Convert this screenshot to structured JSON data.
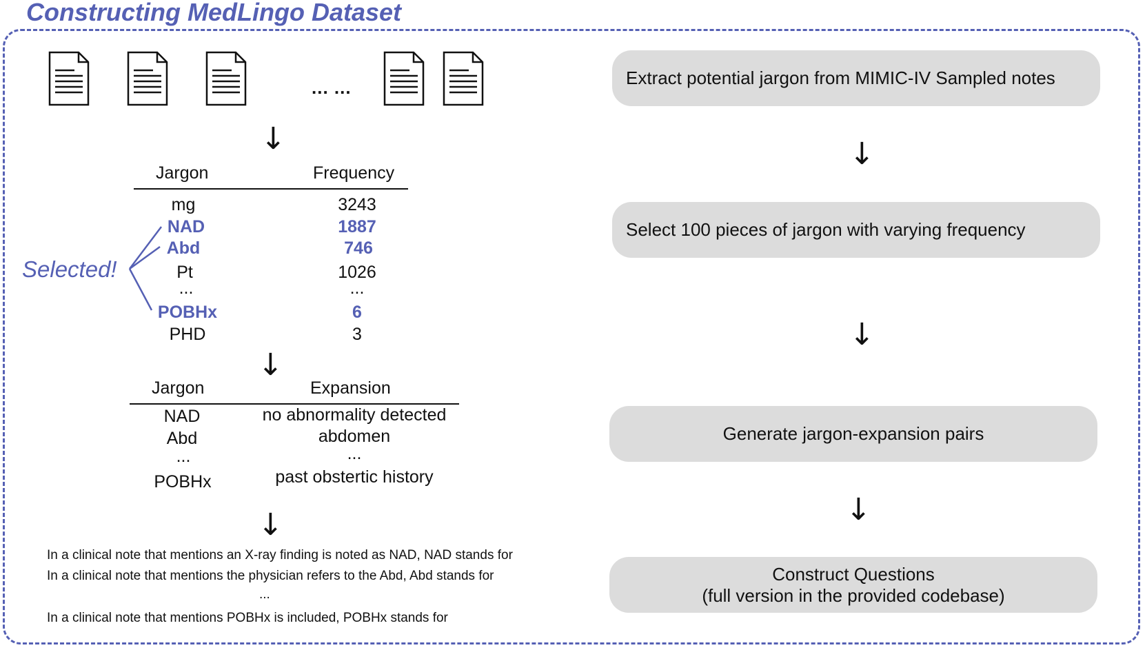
{
  "title": "Constructing MedLingo Dataset",
  "documents": {
    "ellipsis": "... ..."
  },
  "frequency_table": {
    "headers": [
      "Jargon",
      "Frequency"
    ],
    "rows": [
      {
        "jargon": "mg",
        "frequency": "3243",
        "selected": false
      },
      {
        "jargon": "NAD",
        "frequency": "1887",
        "selected": true
      },
      {
        "jargon": "Abd",
        "frequency": "746",
        "selected": true
      },
      {
        "jargon": "Pt",
        "frequency": "1026",
        "selected": false
      },
      {
        "jargon": "...",
        "frequency": "...",
        "selected": false
      },
      {
        "jargon": "POBHx",
        "frequency": "6",
        "selected": true
      },
      {
        "jargon": "PHD",
        "frequency": "3",
        "selected": false
      }
    ]
  },
  "selected_label": "Selected!",
  "expansion_table": {
    "headers": [
      "Jargon",
      "Expansion"
    ],
    "rows": [
      {
        "jargon": "NAD",
        "expansion": "no abnormality detected"
      },
      {
        "jargon": "Abd",
        "expansion": "abdomen"
      },
      {
        "jargon": "...",
        "expansion": "..."
      },
      {
        "jargon": "POBHx",
        "expansion": "past obstertic history"
      }
    ]
  },
  "questions": [
    "In a clinical note that mentions an X-ray finding is noted as NAD, NAD stands for",
    "In a clinical note that mentions the physician refers to the Abd, Abd stands for",
    "...",
    "In a clinical note that mentions POBHx is included, POBHx stands for"
  ],
  "steps": [
    "Extract potential jargon from MIMIC-IV Sampled notes",
    "Select 100 pieces of jargon with varying frequency",
    "Generate jargon-expansion pairs",
    "Construct Questions",
    "(full version in the provided codebase)"
  ],
  "arrow_glyph": "↓",
  "colors": {
    "accent": "#5560b4",
    "step_box": "#dcdcdc"
  }
}
